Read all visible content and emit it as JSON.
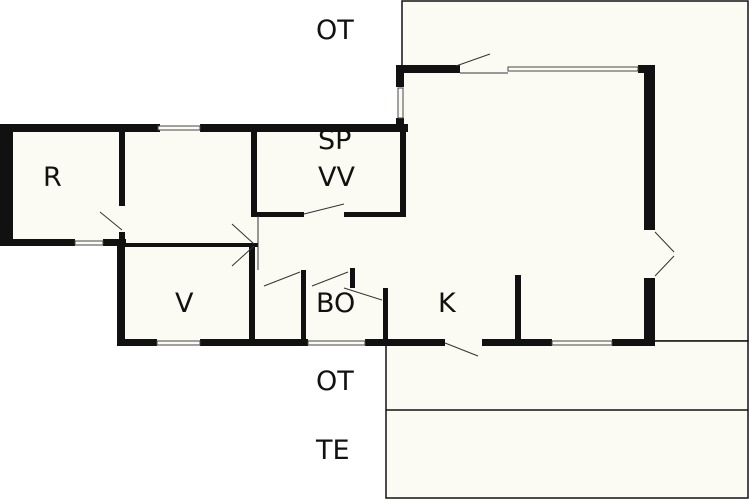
{
  "colors": {
    "background": "#ffffff",
    "floor": "#fbfbf3",
    "wall": "#111111"
  },
  "labels": {
    "ot_top": "OT",
    "sp": "SP",
    "vv": "VV",
    "r": "R",
    "v": "V",
    "bo": "BO",
    "k": "K",
    "ot_bottom": "OT",
    "te": "TE"
  }
}
